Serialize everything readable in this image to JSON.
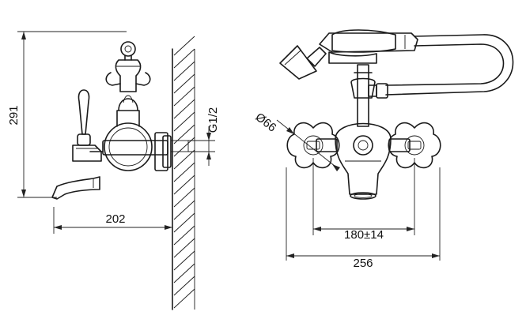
{
  "dimensions": {
    "height": "291",
    "depth": "202",
    "connection": "G1/2",
    "handle_diameter": "Ø66",
    "centers": "180±14",
    "width": "256"
  },
  "colors": {
    "line": "#1a1a1a",
    "background": "#ffffff"
  }
}
